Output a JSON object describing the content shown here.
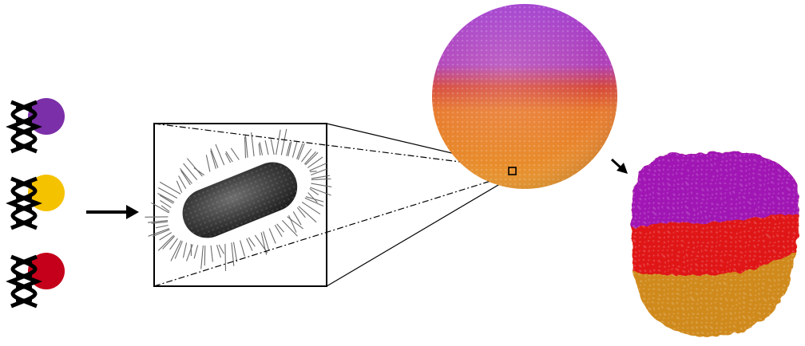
{
  "genes": [
    {
      "name": "gene-purple",
      "color": "#7b2fa8"
    },
    {
      "name": "gene-yellow",
      "color": "#f5c200"
    },
    {
      "name": "gene-red",
      "color": "#c4001a"
    }
  ],
  "colors": {
    "dna": "#000000",
    "arrow": "#000000",
    "bacterium_body": "#3a3a3a",
    "bacterium_pili": "#6b6b6b",
    "sphere_top": "#a13ccf",
    "sphere_middle": "#d6483a",
    "sphere_bottom": "#e8952a",
    "cluster_top": "#a014b4",
    "cluster_middle": "#e01518",
    "cluster_bottom": "#d08a1c"
  },
  "icons": {
    "dna": "double-helix-icon",
    "arrow": "right-arrow-icon",
    "bacterium": "rod-bacterium-icon"
  }
}
